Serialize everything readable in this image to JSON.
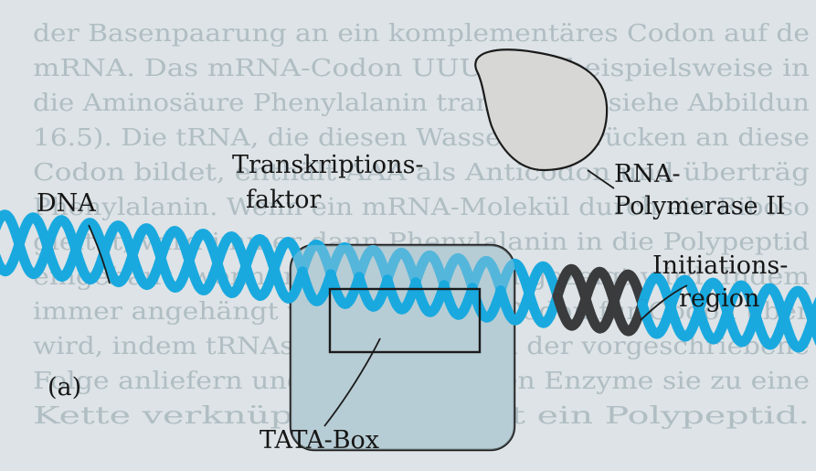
{
  "diagram": {
    "panel_label": "(a)",
    "labels": {
      "dna": "DNA",
      "transcription_factor": [
        "Transkriptions-",
        "faktor"
      ],
      "rna_polymerase": [
        "RNA-",
        "Polymerase II"
      ],
      "initiation_region": [
        "Initiations-",
        "region"
      ],
      "tata_box": "TATA-Box"
    },
    "colors": {
      "background": "#dde3e6",
      "dna_strand": "#19a9df",
      "initiation_region_strand": "#3a3b3c",
      "transcription_factor_fill": "#b7cdd6",
      "rna_polymerase_fill": "#d7d7d5",
      "outline": "#1b1b1b"
    },
    "background_text": [
      "der Basenpaarung an ein komplementäres Codon auf de",
      "mRNA. Das mRNA-Codon UUU wird beispielsweise in",
      "die Aminosäure Phenylalanin translatiert (siehe Abbildun",
      "16.5). Die tRNA, die diesen Wasserstoffbrücken an diese",
      "Codon bildet, enthält AAA als Anticodon und überträg",
      "Phenylalanin. Wenn ein mRNA-Molekül durch ein Riboso",
      "gleitet, wird immer dann Phenylalanin in die Polypeptid",
      "eingebaut, wenn im Codon UUU angezeigt wird. Indem",
      "immer angehängt wird, wenn ein Codon für Codon über",
      "wird, indem tRNAs Aminosäuren in der vorgeschriebene",
      "Folge anliefern und die ribosomalen Enzyme sie zu eine",
      "Kette verknüpfen, entsteht ein Polypeptid."
    ]
  }
}
